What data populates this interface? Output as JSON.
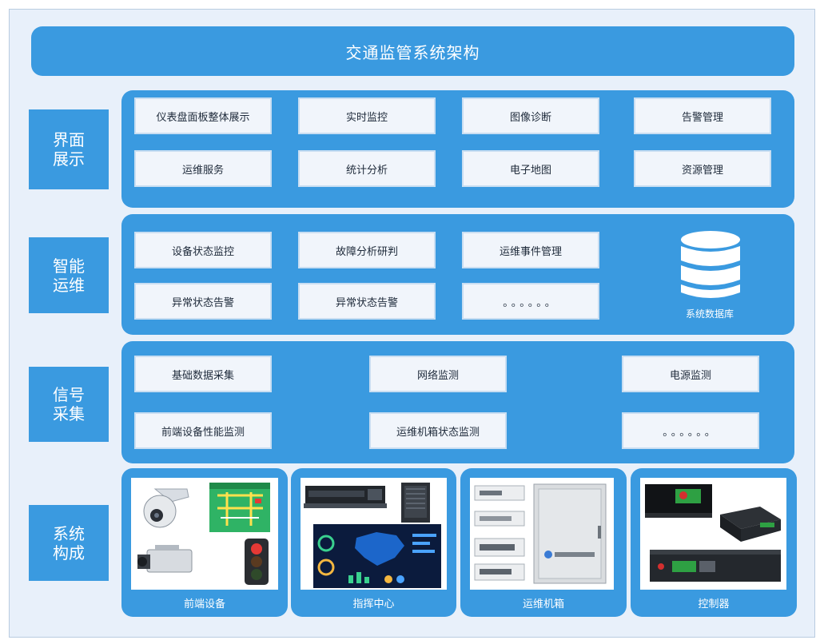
{
  "title": "交通监管系统架构",
  "layers": [
    {
      "label": "界面展示",
      "label_lines": [
        "界面",
        "展示"
      ]
    },
    {
      "label": "智能运维",
      "label_lines": [
        "智能",
        "运维"
      ]
    },
    {
      "label": "信号采集",
      "label_lines": [
        "信号",
        "采集"
      ]
    },
    {
      "label": "系统构成",
      "label_lines": [
        "系统",
        "构成"
      ]
    }
  ],
  "ui_layer": {
    "boxes": [
      "仪表盘面板整体展示",
      "实时监控",
      "图像诊断",
      "告警管理",
      "运维服务",
      "统计分析",
      "电子地图",
      "资源管理"
    ]
  },
  "ops_layer": {
    "boxes": [
      "设备状态监控",
      "故障分析研判",
      "运维事件管理",
      "异常状态告警",
      "异常状态告警",
      "。。。。。。"
    ],
    "database_label": "系统数据库"
  },
  "signal_layer": {
    "boxes": [
      "基础数据采集",
      "网络监测",
      "电源监测",
      "前端设备性能监测",
      "运维机箱状态监测",
      "。。。。。。"
    ]
  },
  "system_layer": {
    "components": [
      "前端设备",
      "指挥中心",
      "运维机箱",
      "控制器"
    ]
  },
  "colors": {
    "accent": "#3a9ae0",
    "background": "#e8f0fa",
    "box_fill": "#f1f5fb"
  }
}
